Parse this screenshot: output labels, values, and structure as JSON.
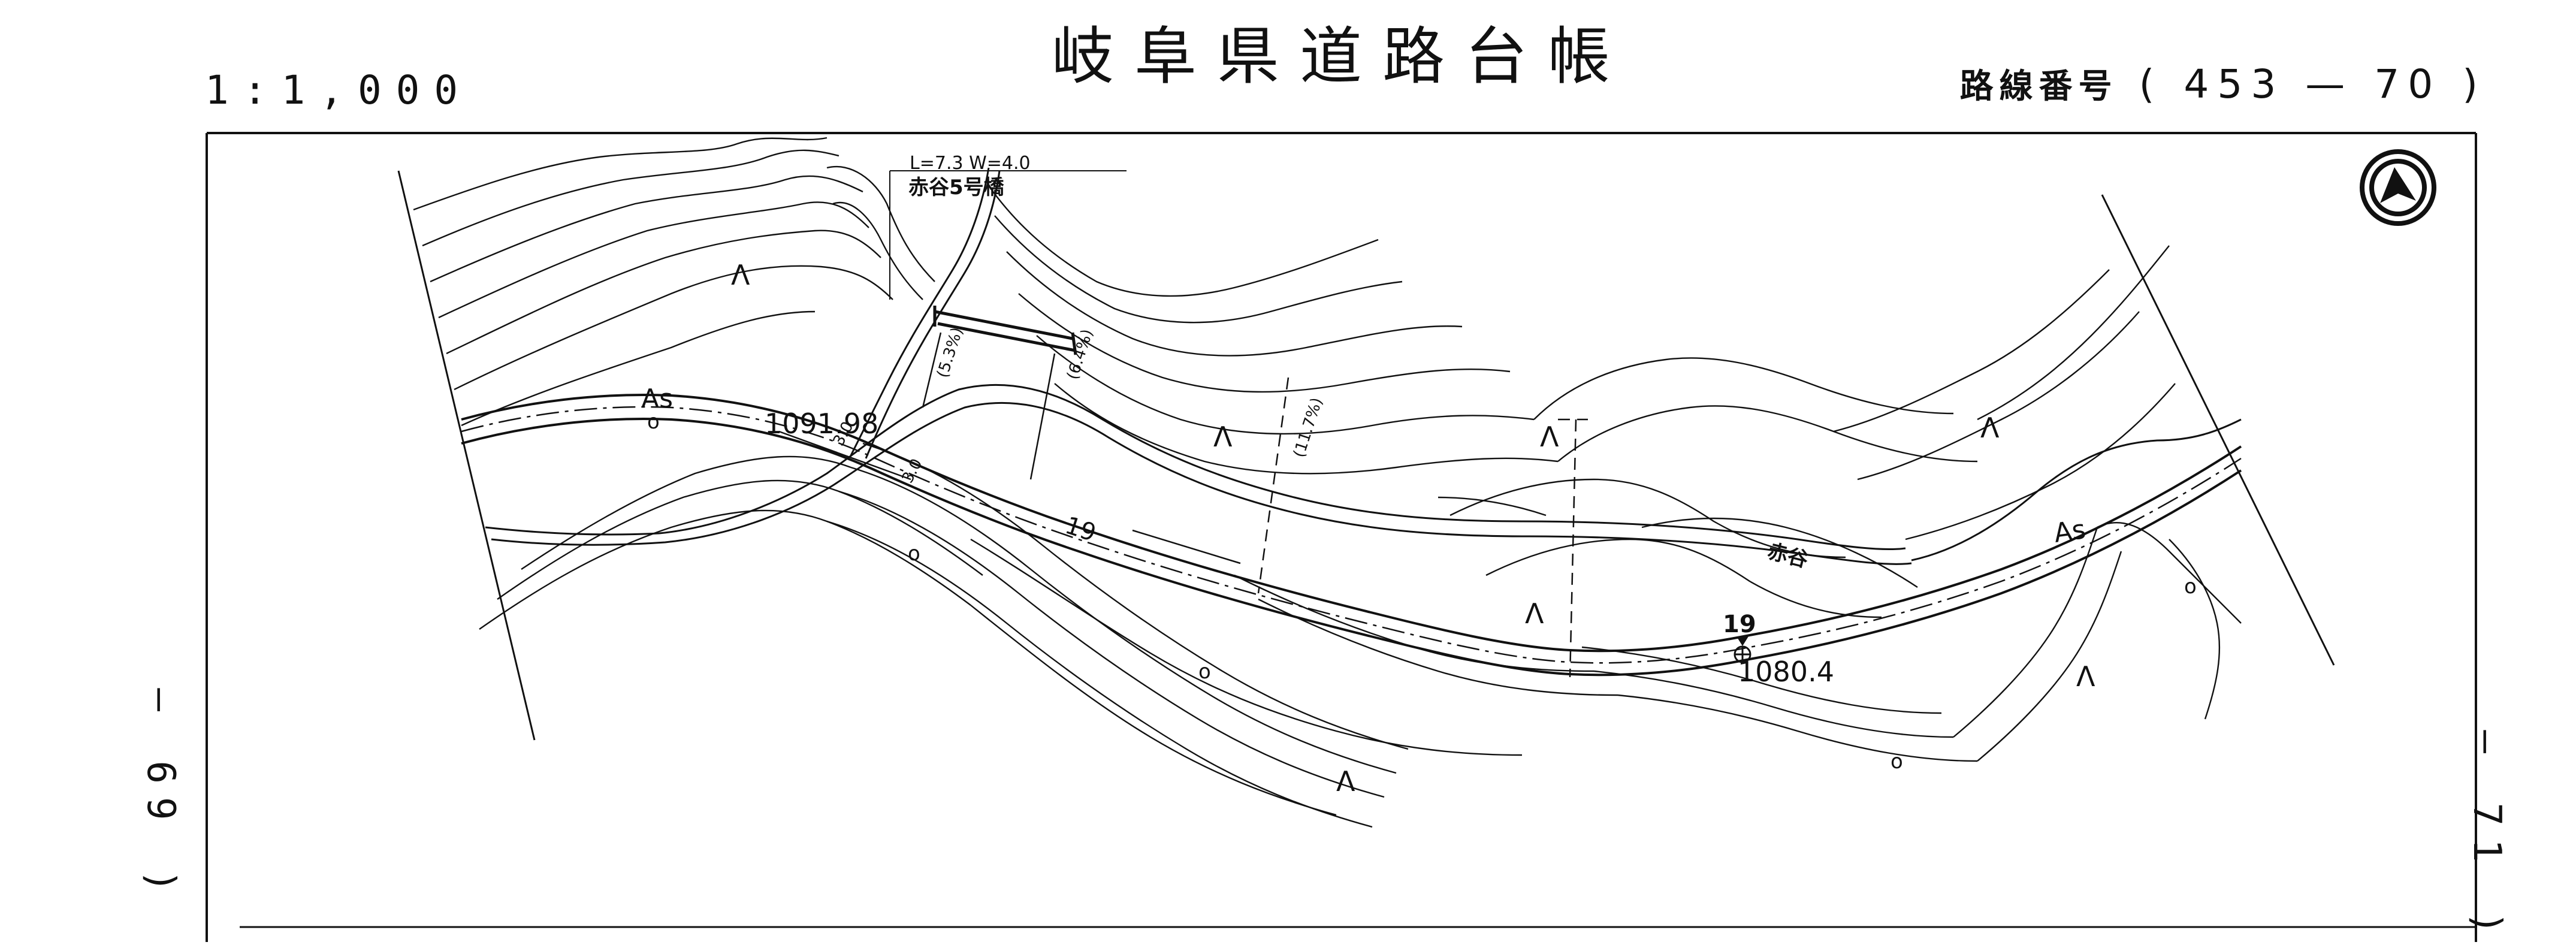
{
  "header": {
    "title": "岐阜県道路台帳",
    "scale": "1:1,000",
    "route_label": "路線番号",
    "route_number": "( 453 — 70 )"
  },
  "edges": {
    "left_ref": "— 69 )",
    "right_ref": "— 71 )"
  },
  "map": {
    "bridge_dims": "L=7.3 W=4.0",
    "bridge_name": "赤谷5号橋",
    "river_name": "赤谷",
    "surface_left": "As",
    "surface_right": "As",
    "elev_left": "1091.98",
    "elev_right": "1080.4",
    "station_left": "19",
    "station_mid": "19",
    "width_a": "3.0",
    "width_b": "3.0",
    "width_c": "(5.3%)",
    "width_d": "(6.4%)",
    "width_e": "(11.7%)"
  },
  "north_arrow": "north-arrow-icon",
  "colors": {
    "ink": "#111111",
    "paper": "#ffffff"
  }
}
